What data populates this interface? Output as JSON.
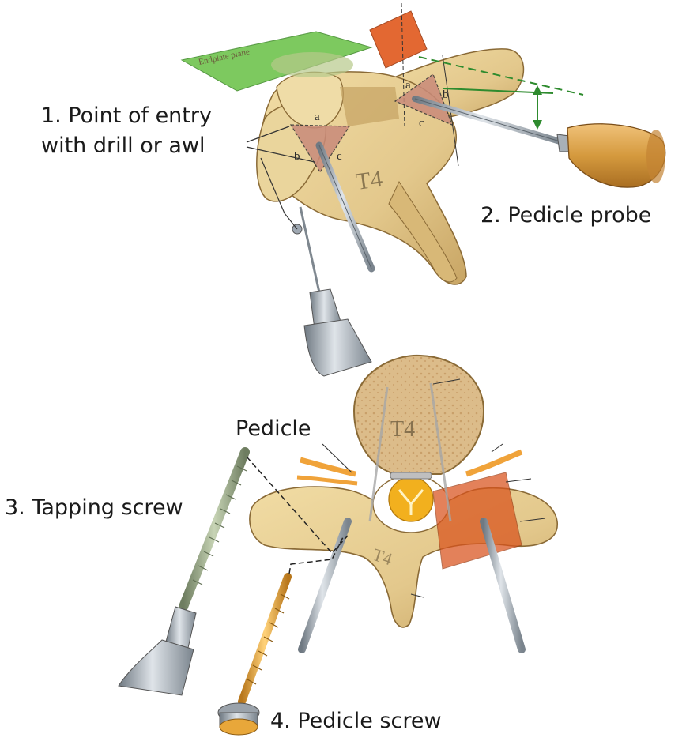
{
  "labels": {
    "step1_line1": "1. Point of entry",
    "step1_line2": "with drill or awl",
    "step2": "2. Pedicle probe",
    "pedicle": "Pedicle",
    "step3": "3. Tapping screw",
    "step4": "4. Pedicle screw"
  },
  "vertebra_labels": {
    "top": "T4",
    "bottom_body": "T4",
    "bottom_arch": "T4"
  },
  "endplate_plane_label": "Endplate plane",
  "triangle_letters": {
    "left": [
      "a",
      "b",
      "c"
    ],
    "right": [
      "a",
      "b",
      "c"
    ]
  },
  "colors": {
    "bone": "#e6cf93",
    "bone_shadow": "#c9a866",
    "bone_outline": "#8a6a36",
    "cancellous": "#dbb98a",
    "endplate_plane": "#6cc24a",
    "orange_plane": "#e0581c",
    "entry_triangle": "#c98a7a",
    "probe_handle": "#d59a3e",
    "steel": "#9fa8b2",
    "screw_gold": "#e8a73a",
    "tap_green": "#9fb089",
    "guide_green": "#2e8b2e",
    "spinal_cord": "#f2b01e",
    "nerve": "#f0a33a"
  },
  "icons": [
    "drill-icon",
    "awl-icon",
    "probe-icon",
    "tap-icon",
    "screw-icon"
  ]
}
